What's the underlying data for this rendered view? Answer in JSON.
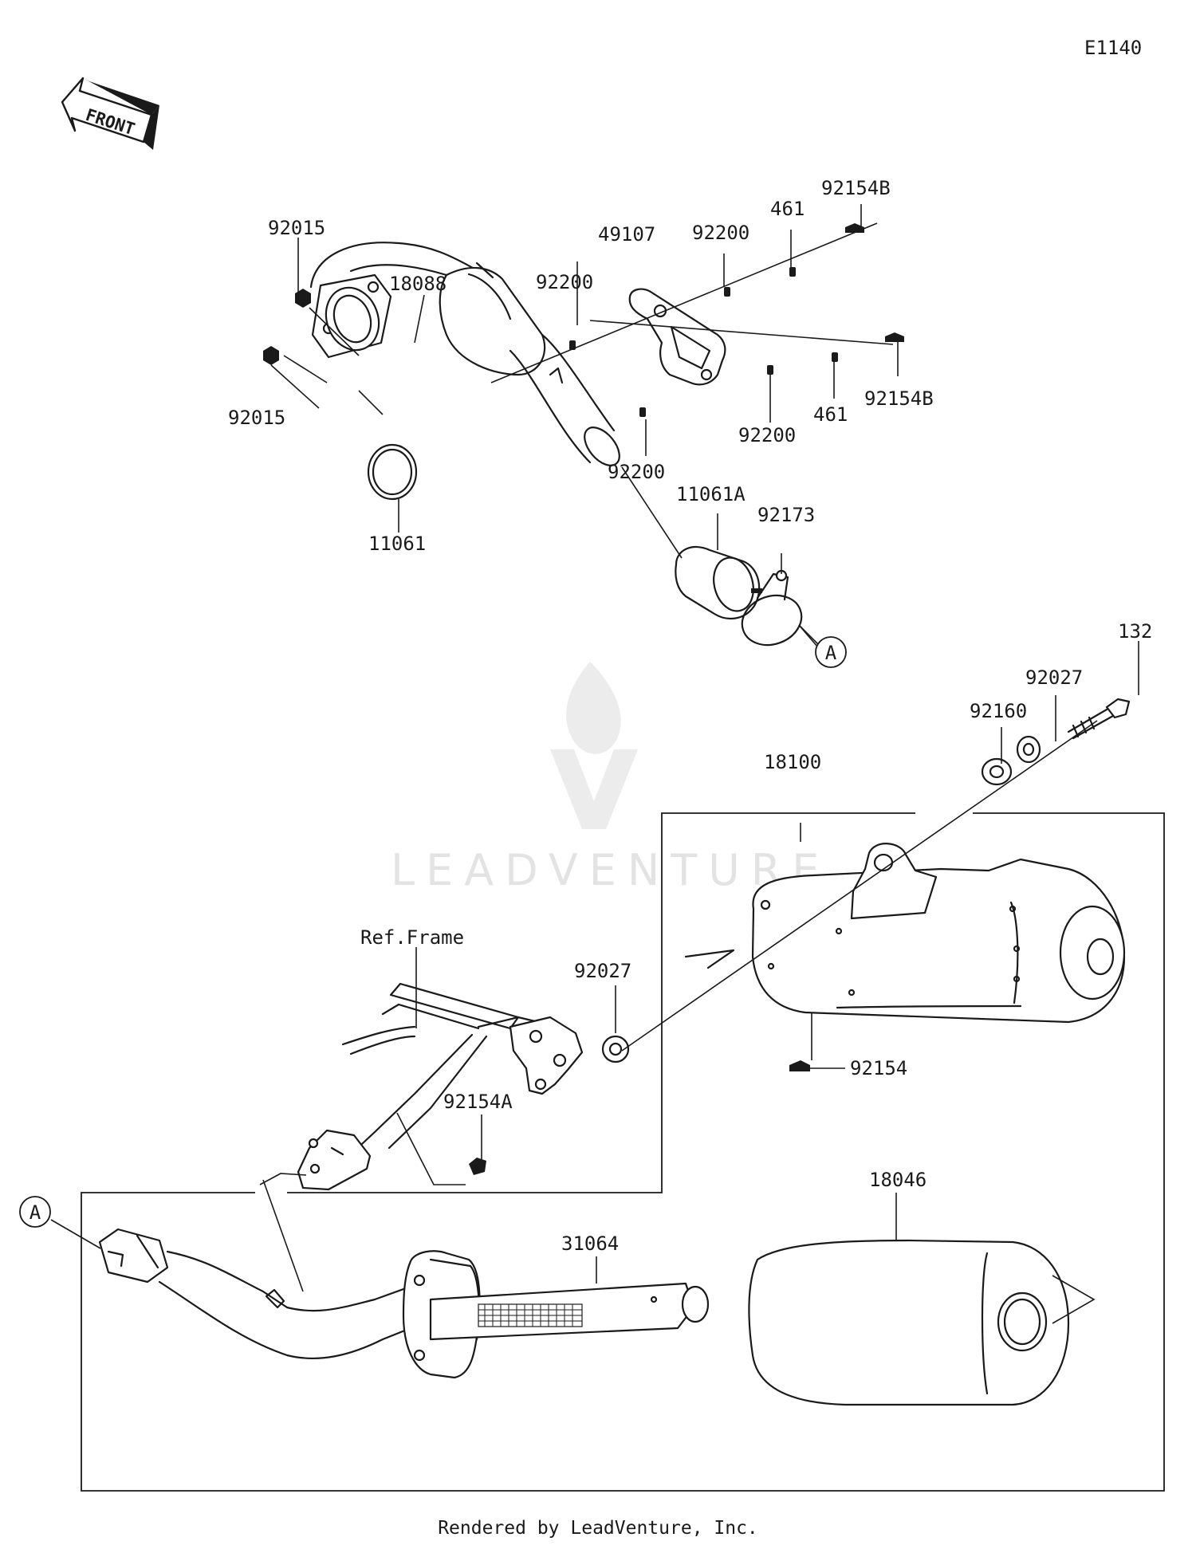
{
  "diagram": {
    "code": "E1140",
    "front_label": "FRONT",
    "watermark": "LEADVENTURE",
    "footer": "Rendered by LeadVenture, Inc.",
    "ref_frame_label": "Ref.Frame",
    "callout_a": "A",
    "parts": {
      "p92015_top": "92015",
      "p92015_bottom": "92015",
      "p18088": "18088",
      "p11061": "11061",
      "p49107": "49107",
      "p92200_a": "92200",
      "p92200_b": "92200",
      "p92200_c": "92200",
      "p92200_d": "92200",
      "p461_top": "461",
      "p461_bottom": "461",
      "p92154B_top": "92154B",
      "p92154B_bottom": "92154B",
      "p11061A": "11061A",
      "p92173": "92173",
      "p132": "132",
      "p92027_top": "92027",
      "p92160": "92160",
      "p18100": "18100",
      "p92027_mid": "92027",
      "p92154": "92154",
      "p92154A": "92154A",
      "p18046": "18046",
      "p31064": "31064"
    }
  }
}
